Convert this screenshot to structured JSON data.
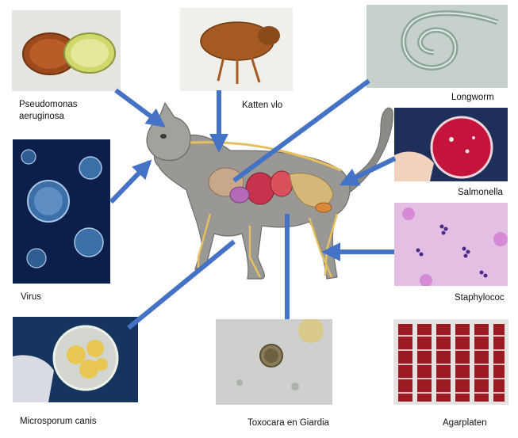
{
  "labels": {
    "pseudomonas_line1": "Pseudomonas",
    "pseudomonas_line2": "aeruginosa",
    "katten_vlo": "Katten vlo",
    "longworm": "Longworm",
    "salmonella": "Salmonella",
    "virus": "Virus",
    "staphylococ": "Staphylococ",
    "microsporum": "Microsporum canis",
    "toxocara": "Toxocara en Giardia",
    "agarplaten": "Agarplaten"
  },
  "colors": {
    "arrow": "#4472c4",
    "virus_bg": "#0b1f4a",
    "salmonella_plate": "#c4143c",
    "staph_bg": "#e3bfe3",
    "petri_bg": "#8c9aa0"
  }
}
